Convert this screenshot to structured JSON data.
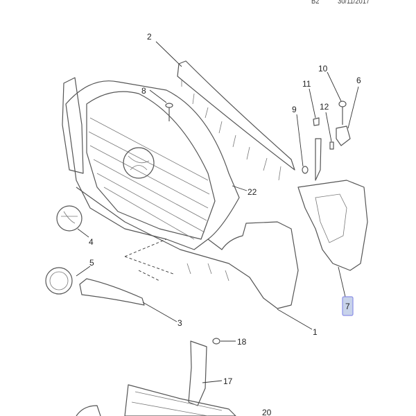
{
  "header": {
    "code": "B2",
    "date": "30/11/2017"
  },
  "callouts": [
    {
      "id": "2",
      "label": "2"
    },
    {
      "id": "8",
      "label": "8"
    },
    {
      "id": "10",
      "label": "10"
    },
    {
      "id": "6",
      "label": "6"
    },
    {
      "id": "11",
      "label": "11"
    },
    {
      "id": "12",
      "label": "12"
    },
    {
      "id": "9",
      "label": "9"
    },
    {
      "id": "22",
      "label": "22"
    },
    {
      "id": "4",
      "label": "4"
    },
    {
      "id": "5",
      "label": "5"
    },
    {
      "id": "3",
      "label": "3"
    },
    {
      "id": "1",
      "label": "1"
    },
    {
      "id": "7",
      "label": "7",
      "highlighted": true
    },
    {
      "id": "18",
      "label": "18"
    },
    {
      "id": "17",
      "label": "17"
    },
    {
      "id": "20",
      "label": "20"
    }
  ],
  "highlight_color": "#c8d3ea"
}
